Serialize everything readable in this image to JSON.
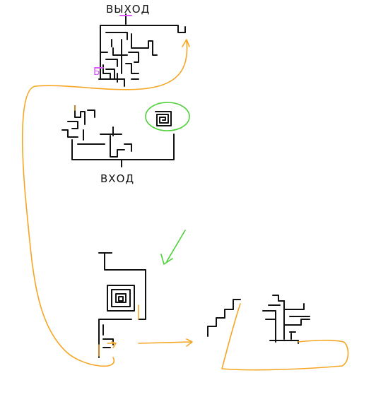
{
  "labels": {
    "exit": "ВЫХОД",
    "entrance": "ВХОД",
    "marker_b": "Б"
  },
  "colors": {
    "ink": "#111111",
    "path": "#f5a623",
    "highlight": "#4cd137",
    "marker": "#e056fd"
  }
}
